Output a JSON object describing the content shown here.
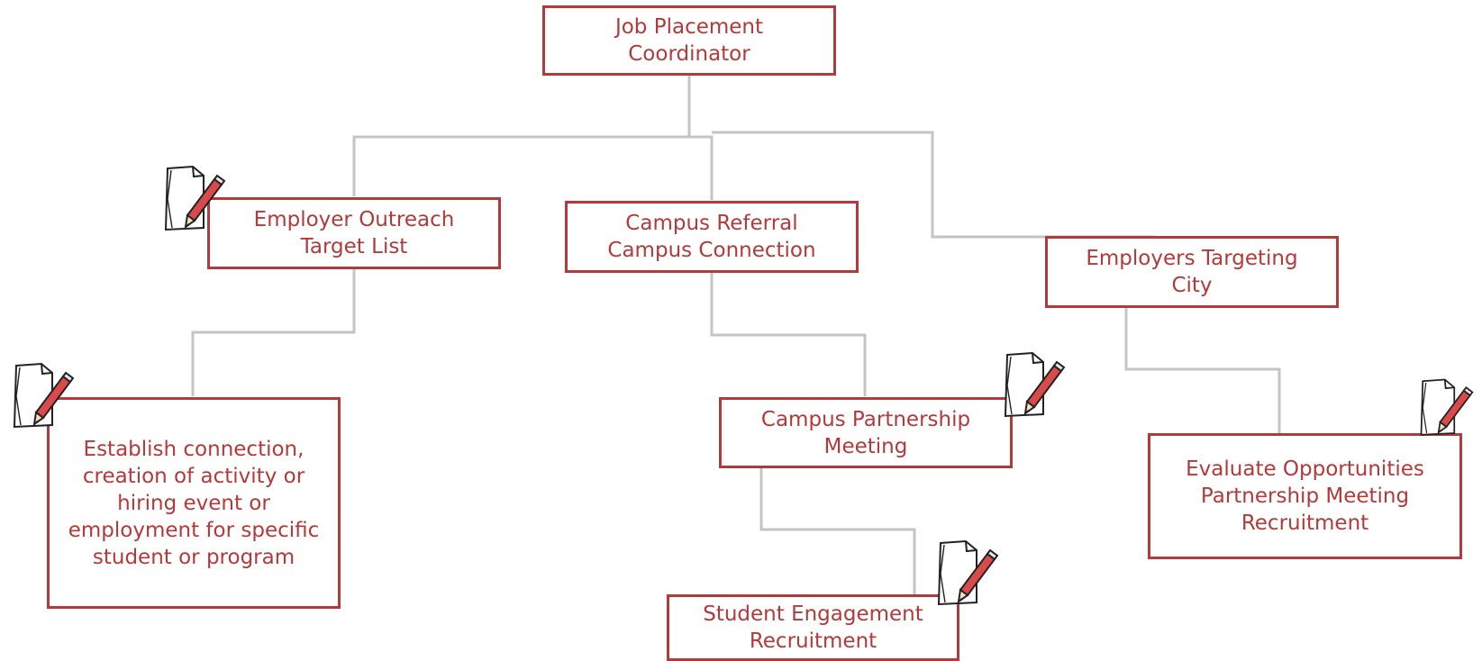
{
  "colors": {
    "accent": "#b33a3a",
    "connector": "#c4c4c4",
    "background": "#ffffff"
  },
  "nodes": {
    "job_placement_coordinator": "Job Placement\nCoordinator",
    "employer_outreach": "Employer Outreach\nTarget List",
    "campus_referral": "Campus Referral\nCampus Connection",
    "employers_targeting": "Employers Targeting\nCity",
    "establish_connection": "Establish connection,\ncreation of activity or\nhiring event or\nemployment for specific\nstudent or program",
    "campus_partnership": "Campus Partnership\nMeeting",
    "evaluate_opportunities": "Evaluate Opportunities\nPartnership Meeting\nRecruitment",
    "student_engagement": "Student Engagement\nRecruitment"
  },
  "icons": {
    "note": "note-with-pencil-icon"
  }
}
